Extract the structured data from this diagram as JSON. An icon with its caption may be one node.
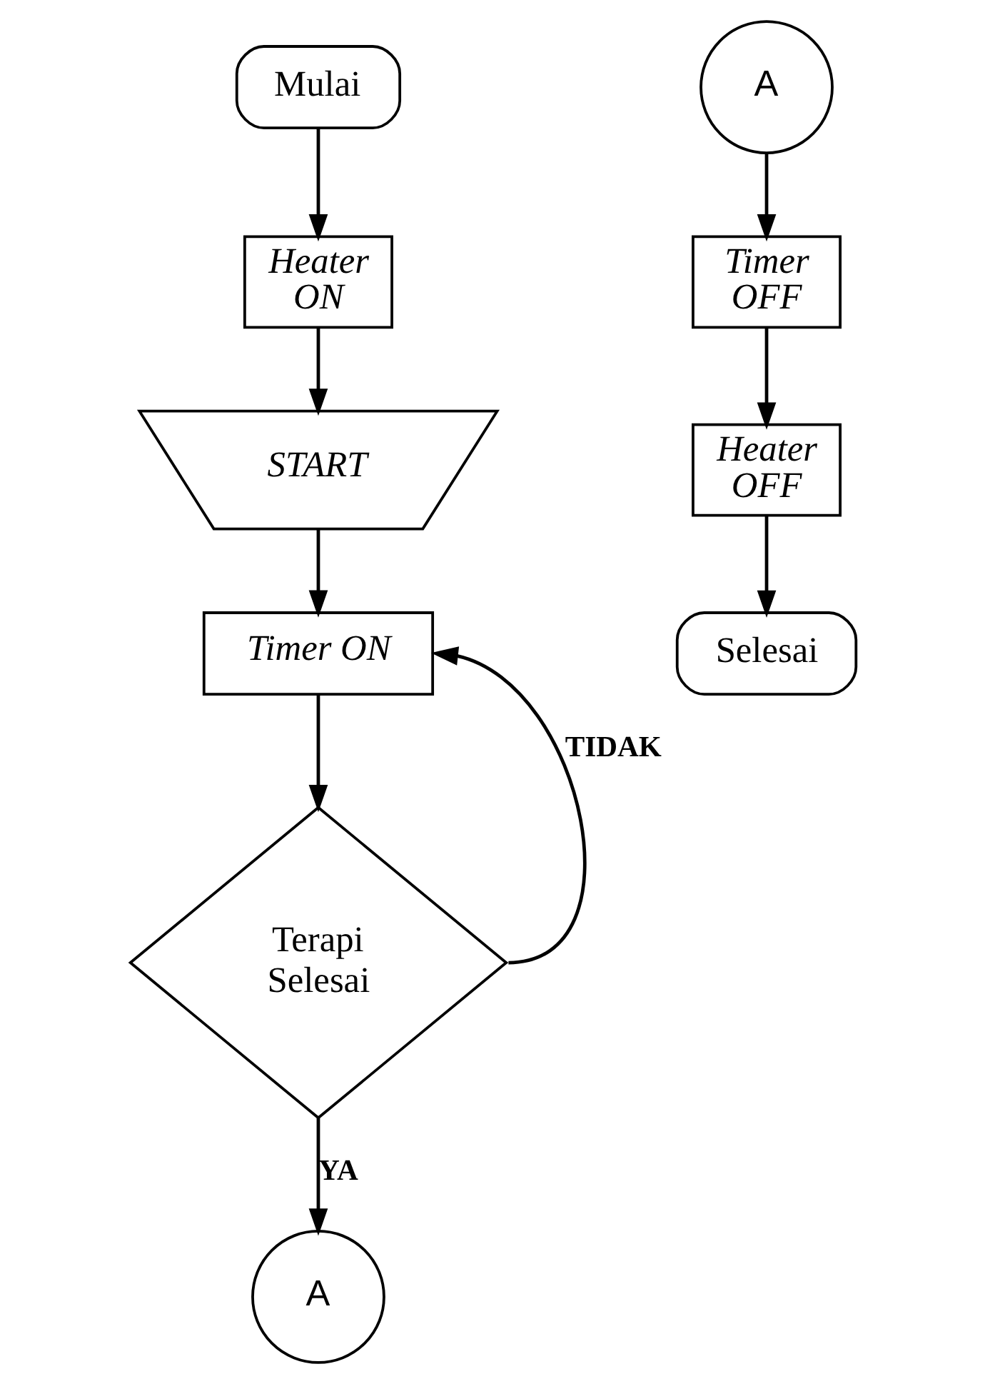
{
  "diagram": {
    "nodes": [
      {
        "text": [
          "Mulai"
        ]
      },
      {
        "text": [
          "Heater ON"
        ]
      },
      {
        "text": [
          "START"
        ]
      },
      {
        "text": [
          "Timer ON"
        ]
      },
      {
        "text": [
          "Terapi Selesai"
        ]
      },
      {
        "text": [
          "A"
        ]
      },
      {
        "text": [
          "A"
        ]
      },
      {
        "text": [
          "Timer OFF"
        ]
      },
      {
        "text": [
          "Heater OFF"
        ]
      },
      {
        "text": [
          "Selesai"
        ]
      }
    ],
    "edges": [
      {
        "from": 0,
        "to": 1,
        "arrow": "to"
      },
      {
        "from": 1,
        "to": 2,
        "arrow": "to"
      },
      {
        "from": 2,
        "to": 3,
        "arrow": "to"
      },
      {
        "from": 3,
        "to": 4,
        "arrow": "to"
      },
      {
        "from": 4,
        "to": 3,
        "arrow": "to",
        "label": "TIDAK"
      },
      {
        "from": 4,
        "to": 5,
        "arrow": "to",
        "label": "YA"
      },
      {
        "from": 6,
        "to": 7,
        "arrow": "to"
      },
      {
        "from": 7,
        "to": 8,
        "arrow": "to"
      },
      {
        "from": 8,
        "to": 9,
        "arrow": "to"
      }
    ]
  }
}
